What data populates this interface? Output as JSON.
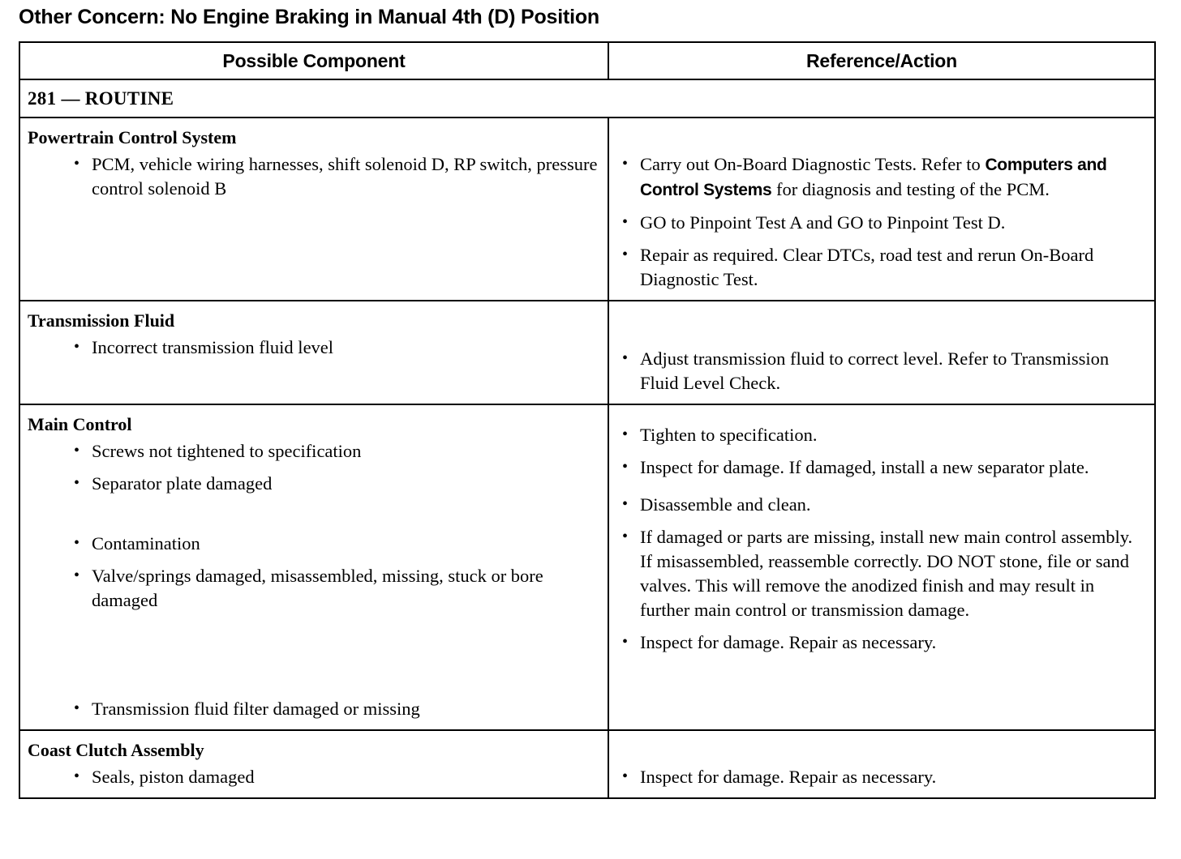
{
  "document": {
    "title": "Other Concern: No Engine Braking in Manual 4th (D) Position"
  },
  "table": {
    "columns": [
      {
        "header": "Possible Component"
      },
      {
        "header": "Reference/Action"
      }
    ],
    "section_band": "281 — ROUTINE",
    "rows": [
      {
        "component_heading": "Powertrain Control System",
        "component_bullets": [
          "PCM, vehicle wiring harnesses, shift solenoid D, RP switch, pressure control solenoid B"
        ],
        "actions": [
          {
            "pre": "Carry out On-Board Diagnostic Tests. Refer to ",
            "xref": "Computers and Control Systems",
            "xref_style": "sans",
            "post": " for diagnosis and testing of the PCM."
          },
          {
            "pre": "GO to Pinpoint Test A and GO to Pinpoint Test D.",
            "xref": "",
            "post": ""
          },
          {
            "pre": "Repair as required. Clear DTCs, road test and rerun On-Board Diagnostic Test.",
            "xref": "",
            "post": ""
          }
        ]
      },
      {
        "component_heading": "Transmission Fluid",
        "component_bullets": [
          "Incorrect transmission fluid level"
        ],
        "actions": [
          {
            "pre": "Adjust transmission fluid to correct level. Refer to ",
            "xref": "Transmission Fluid Level Check",
            "xref_style": "serif",
            "post": "."
          }
        ]
      },
      {
        "component_heading": "Main Control",
        "component_bullets": [
          "Screws not tightened to specification",
          "Separator plate damaged",
          "Contamination",
          "Valve/springs damaged, misassembled, missing, stuck or bore damaged",
          "Transmission fluid filter damaged or missing"
        ],
        "actions": [
          {
            "pre": "Tighten to specification.",
            "xref": "",
            "post": ""
          },
          {
            "pre": "Inspect for damage. If damaged, install a new separator plate.",
            "xref": "",
            "post": ""
          },
          {
            "pre": "Disassemble and clean.",
            "xref": "",
            "post": ""
          },
          {
            "pre": "If damaged or parts are missing, install new main control assembly. If misassembled, reassemble correctly. DO NOT stone, file or sand valves. This will remove the anodized finish and may result in further main control or transmission damage.",
            "xref": "",
            "post": ""
          },
          {
            "pre": "Inspect for damage. Repair as necessary.",
            "xref": "",
            "post": ""
          }
        ]
      },
      {
        "component_heading": "Coast Clutch Assembly",
        "component_bullets": [
          "Seals, piston damaged"
        ],
        "actions": [
          {
            "pre": "Inspect for damage. Repair as necessary.",
            "xref": "",
            "post": ""
          }
        ]
      }
    ]
  },
  "colors": {
    "ink": "#000000",
    "paper": "#ffffff"
  }
}
